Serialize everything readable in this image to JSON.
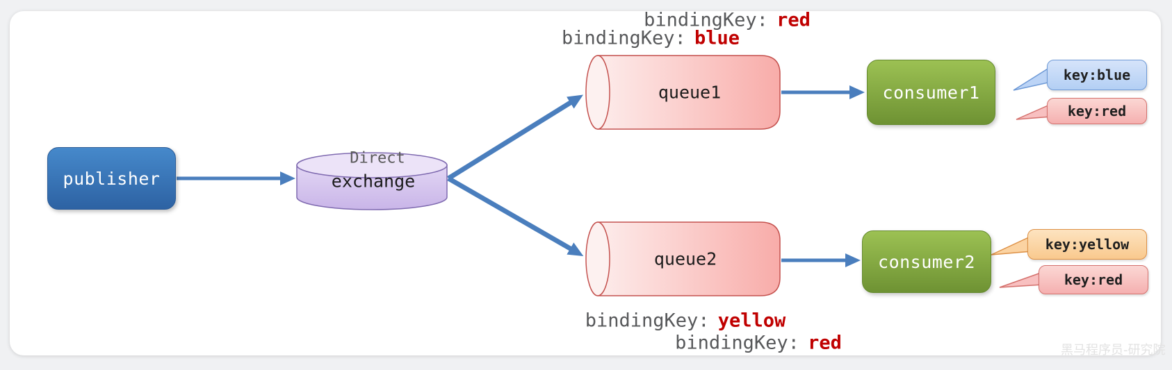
{
  "nodes": {
    "publisher": {
      "label": "publisher"
    },
    "exchange": {
      "type_label": "Direct",
      "label": "exchange"
    },
    "queue1": {
      "label": "queue1"
    },
    "queue2": {
      "label": "queue2"
    },
    "consumer1": {
      "label": "consumer1"
    },
    "consumer2": {
      "label": "consumer2"
    }
  },
  "bindings": [
    {
      "label": "bindingKey:",
      "value": "red"
    },
    {
      "label": "bindingKey:",
      "value": "blue"
    },
    {
      "label": "bindingKey:",
      "value": "yellow"
    },
    {
      "label": "bindingKey:",
      "value": "red"
    }
  ],
  "tags": [
    {
      "text": "key:blue",
      "color": "#b3cff4"
    },
    {
      "text": "key:red",
      "color": "#f5b0b0"
    },
    {
      "text": "key:yellow",
      "color": "#f9c98e"
    },
    {
      "text": "key:red",
      "color": "#f5b0b0"
    }
  ],
  "watermark": "黑马程序员-研究院",
  "colors": {
    "arrow": "#4a7ebd",
    "binding_value": "#c00000",
    "publisher": "#2d62a3",
    "consumer": "#6e9233",
    "exchange": "#d5c6eb",
    "queue": "#f8b0ae",
    "panel": "#ffffff"
  }
}
